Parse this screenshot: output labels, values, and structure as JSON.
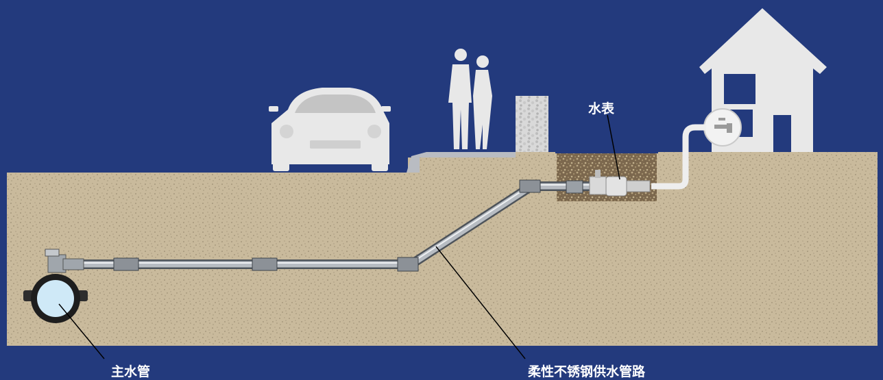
{
  "labels": {
    "water_meter": "水表",
    "main_pipe": "主水管",
    "flexible_pipe": "柔性不锈钢供水管路"
  },
  "colors": {
    "background": "#233a7d",
    "soil": "#c8b89a",
    "pipe": "#a9aeb4",
    "silhouette": "#e6e6e6",
    "main_pipe_water": "#cfe9f7"
  },
  "icons": [
    "car-icon",
    "people-icon",
    "house-icon",
    "faucet-icon",
    "valve-icon",
    "water-meter-icon",
    "clamp-icon"
  ]
}
